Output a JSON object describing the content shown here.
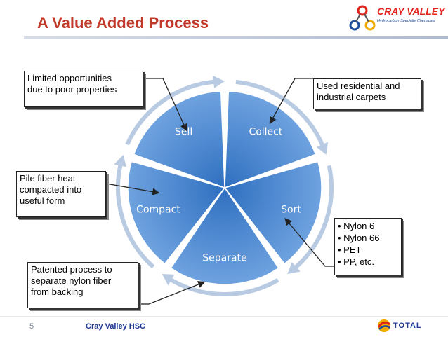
{
  "slide": {
    "title": "A Value Added Process",
    "page_number": "5",
    "company": "Cray Valley HSC"
  },
  "logo": {
    "name": "CRAY VALLEY",
    "tagline": "Hydrocarbon Specialty Chemicals"
  },
  "footer_logo": {
    "name": "TOTAL"
  },
  "cycle": {
    "segments": [
      "Collect",
      "Sort",
      "Separate",
      "Compact",
      "Sell"
    ]
  },
  "callouts": {
    "sell": [
      "Limited opportunities",
      "due to poor properties"
    ],
    "collect": [
      "Used residential and",
      "industrial carpets"
    ],
    "compact": [
      "Pile fiber heat",
      "compacted into",
      "useful form"
    ],
    "sort": [
      "• Nylon 6",
      "• Nylon 66",
      "• PET",
      "• PP, etc."
    ],
    "separate": [
      "Patented process to",
      "separate nylon fiber",
      "from backing"
    ]
  },
  "colors": {
    "title": "#c0392b",
    "segment": "#4a86cf",
    "arrow": "#b9cbe3",
    "company": "#1f3a93"
  }
}
